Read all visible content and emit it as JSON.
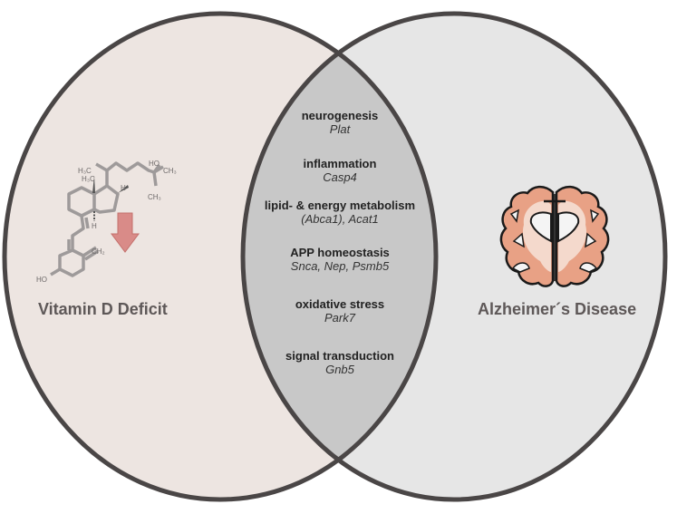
{
  "diagram": {
    "type": "venn",
    "sets": [
      {
        "id": "left",
        "label": "Vitamin D Deficit",
        "fill": "#ede5e1",
        "icon": "vitamin-d-molecule-icon",
        "indicator": "down-arrow-icon",
        "indicator_color": "#d98b88"
      },
      {
        "id": "right",
        "label": "Alzheimer´s Disease",
        "fill": "#e6e6e6",
        "icon": "brain-coronal-section-icon",
        "icon_color": "#e8a185"
      }
    ],
    "overlap_fill": "#c8c8c8",
    "outline_color": "#4a4646",
    "overlap_items": [
      {
        "category": "neurogenesis",
        "genes": "Plat"
      },
      {
        "category": "inflammation",
        "genes": "Casp4"
      },
      {
        "category": "lipid- & energy metabolism",
        "genes": "(Abca1), Acat1"
      },
      {
        "category": "APP homeostasis",
        "genes": "Snca, Nep, Psmb5"
      },
      {
        "category": "oxidative stress",
        "genes": "Park7"
      },
      {
        "category": "signal transduction",
        "genes": "Gnb5"
      }
    ]
  },
  "molecule_labels": {
    "h3c_1": "H₃C",
    "h3c_2": "H₃C",
    "h_top": "H",
    "h_bottom": "H",
    "ho_top": "HO",
    "ch3_right": "CH₃",
    "ch3_bottom": "CH₃",
    "ch2": "CH₂",
    "ho_bottom": "HO"
  }
}
